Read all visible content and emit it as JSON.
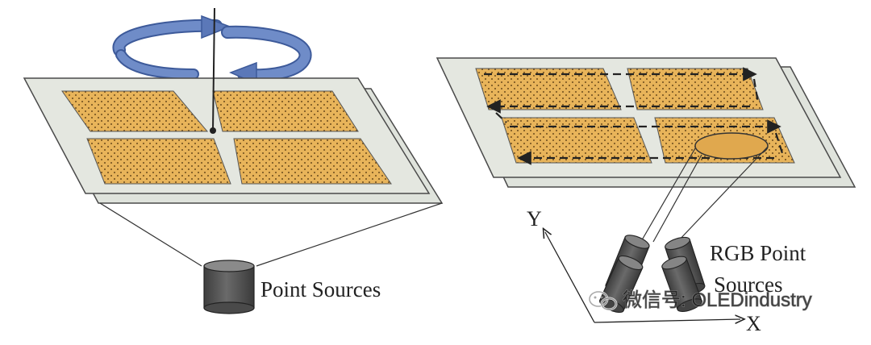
{
  "left_diagram": {
    "source_label": "Point Sources"
  },
  "right_diagram": {
    "source_label_line1": "RGB Point",
    "source_label_line2": "Sources",
    "axis_y_label": "Y",
    "axis_x_label": "X"
  },
  "watermark": {
    "text": "微信号: OLEDindustry",
    "icon": "wechat-icon"
  },
  "colors": {
    "glass": "#dfe3dc",
    "glass_edge": "#4a4a4a",
    "panel": "#e8b45a",
    "dot": "#6b4a1c",
    "arrow": "#5b78b8",
    "source": "#5a5a5a",
    "spot": "#e0a84e"
  }
}
